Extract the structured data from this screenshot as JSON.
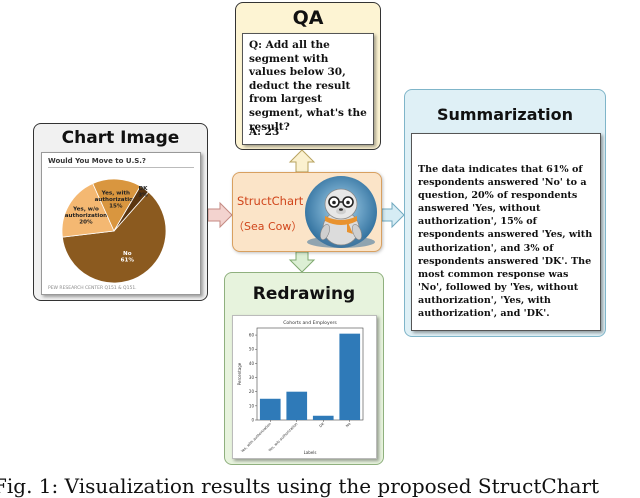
{
  "qa": {
    "title": "QA",
    "question": "Q: Add all the segment with values below 30, deduct the result from largest segment, what's the result?",
    "answer": "A: 23"
  },
  "chart_image": {
    "title": "Chart Image",
    "pie_title": "Would You Move to U.S.?",
    "footer": "PEW RESEARCH CENTER Q151 & Q151.",
    "chart_data": {
      "type": "pie",
      "title": "Would You Move to U.S.?",
      "slices": [
        {
          "label": "No",
          "value": 61,
          "text": "61%"
        },
        {
          "label": "Yes, w/o authorization",
          "value": 20,
          "text": "20%"
        },
        {
          "label": "Yes, with authorization",
          "value": 15,
          "text": "15%"
        },
        {
          "label": "DK",
          "value": 3,
          "text": "3%"
        }
      ],
      "colors": [
        "#8b5a1f",
        "#f4b872",
        "#d9963f",
        "#5a3510"
      ]
    }
  },
  "structchart": {
    "name": "StructChart",
    "subtitle": "（Sea Cow）"
  },
  "summarization": {
    "title": "Summarization",
    "text": "The data indicates that 61% of respondents answered 'No' to a question, 20% of respondents answered 'Yes, without authorization', 15% of respondents answered 'Yes, with authorization', and 3% of respondents answered 'DK'. The most common response was 'No', followed by 'Yes, without authorization', 'Yes, with authorization', and 'DK'."
  },
  "redrawing": {
    "title": "Redrawing",
    "chart_data": {
      "type": "bar",
      "title": "Cohorts and Employers",
      "categories": [
        "Yes, with authorization",
        "Yes, w/o authorization",
        "DK",
        "No"
      ],
      "values": [
        15,
        20,
        3,
        61
      ],
      "ylim": [
        0,
        65
      ],
      "yticks": [
        0,
        10,
        20,
        30,
        40,
        50,
        60
      ],
      "ylabel": "Percentage",
      "xlabel": "Labels",
      "color": "#2f7ab8"
    }
  },
  "caption": "Fig. 1: Visualization results using the proposed StructChart"
}
